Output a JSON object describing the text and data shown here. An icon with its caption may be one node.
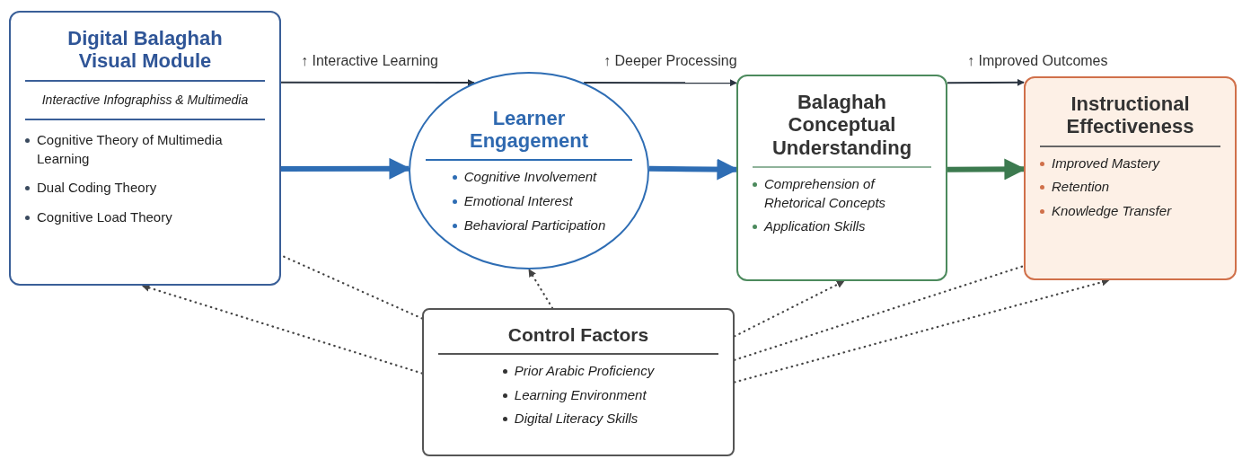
{
  "diagram": {
    "nodes": [
      {
        "text": [
          "Digital Balaghah Visual Module",
          "Interactive Infographiss & Multimedia",
          "Cognitive Theory of Multimedia Learning",
          "Dual Coding Theory",
          "Cognitive Load Theory"
        ]
      },
      {
        "text": [
          "Learner Engagement",
          "Cognitive Involvement",
          "Emotional Interest",
          "Behavioral Participation"
        ]
      },
      {
        "text": [
          "Balaghah Conceptual Understanding",
          "Comprehension of Rhetorical Concepts",
          "Application Skills"
        ]
      },
      {
        "text": [
          "Instructional Effectiveness",
          "Improved Mastery",
          "Retention",
          "Knowledge Transfer"
        ]
      },
      {
        "text": [
          "Control Factors",
          "Prior Arabic Proficiency",
          "Learning Environment",
          "Digital Literacy Skills"
        ]
      }
    ],
    "edges": [
      {
        "from": 0,
        "to": 1,
        "arrow": "to",
        "label": "↑ Interactive Learning"
      },
      {
        "from": 0,
        "to": 1,
        "arrow": "to",
        "style": "thick",
        "color": "#2e6db4"
      },
      {
        "from": 1,
        "to": 2,
        "arrow": "to",
        "label": "↑ Deeper Processing"
      },
      {
        "from": 1,
        "to": 2,
        "arrow": "to",
        "style": "thick",
        "color": "#2e6db4"
      },
      {
        "from": 2,
        "to": 3,
        "arrow": "to",
        "label": "↑ Improved Outcomes"
      },
      {
        "from": 2,
        "to": 3,
        "arrow": "to",
        "style": "thick",
        "color": "#3c7a4f"
      },
      {
        "from": 4,
        "to": 0,
        "arrow": "to",
        "style": "dashed"
      },
      {
        "from": 4,
        "to": 0,
        "arrow": "none",
        "style": "dashed"
      },
      {
        "from": 4,
        "to": 1,
        "arrow": "to",
        "style": "dashed"
      },
      {
        "from": 4,
        "to": 2,
        "arrow": "to",
        "style": "dashed"
      },
      {
        "from": 4,
        "to": 3,
        "arrow": "none",
        "style": "dashed"
      },
      {
        "from": 4,
        "to": 3,
        "arrow": "to",
        "style": "dashed"
      }
    ]
  }
}
